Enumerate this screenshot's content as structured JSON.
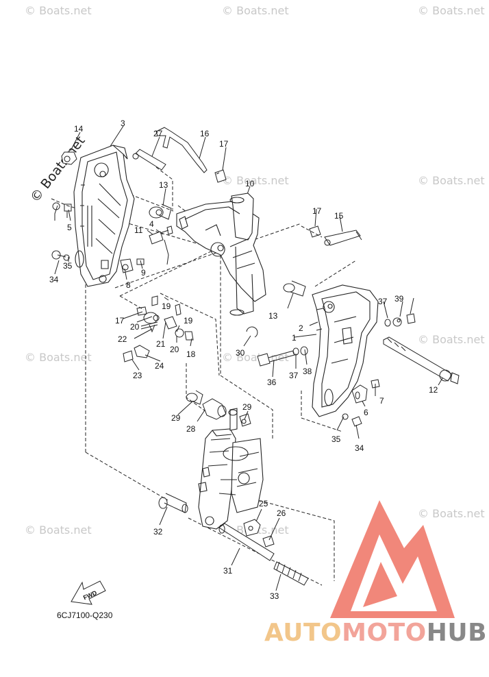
{
  "watermarks": {
    "small": "© Boats.net",
    "large": "© Boats.net"
  },
  "diagram_code": "6CJ7100-Q230",
  "fwd_label": "FWD",
  "logo": {
    "part_a": "AUTO",
    "part_b": "MOTO",
    "part_c": "HUB"
  },
  "callouts": [
    "1",
    "2",
    "3",
    "4",
    "5",
    "6",
    "7",
    "8",
    "9",
    "10",
    "11",
    "12",
    "13",
    "13",
    "14",
    "15",
    "16",
    "17",
    "17",
    "17",
    "18",
    "19",
    "19",
    "20",
    "20",
    "21",
    "22",
    "23",
    "24",
    "25",
    "26",
    "27",
    "28",
    "29",
    "29",
    "30",
    "31",
    "32",
    "33",
    "34",
    "34",
    "35",
    "35",
    "36",
    "37",
    "37",
    "38",
    "39"
  ],
  "colors": {
    "line": "#222222",
    "logo_red": "#f07a6c",
    "logo_orange": "#f2c68a",
    "logo_gray": "#888888",
    "watermark": "#c8c8c8"
  }
}
